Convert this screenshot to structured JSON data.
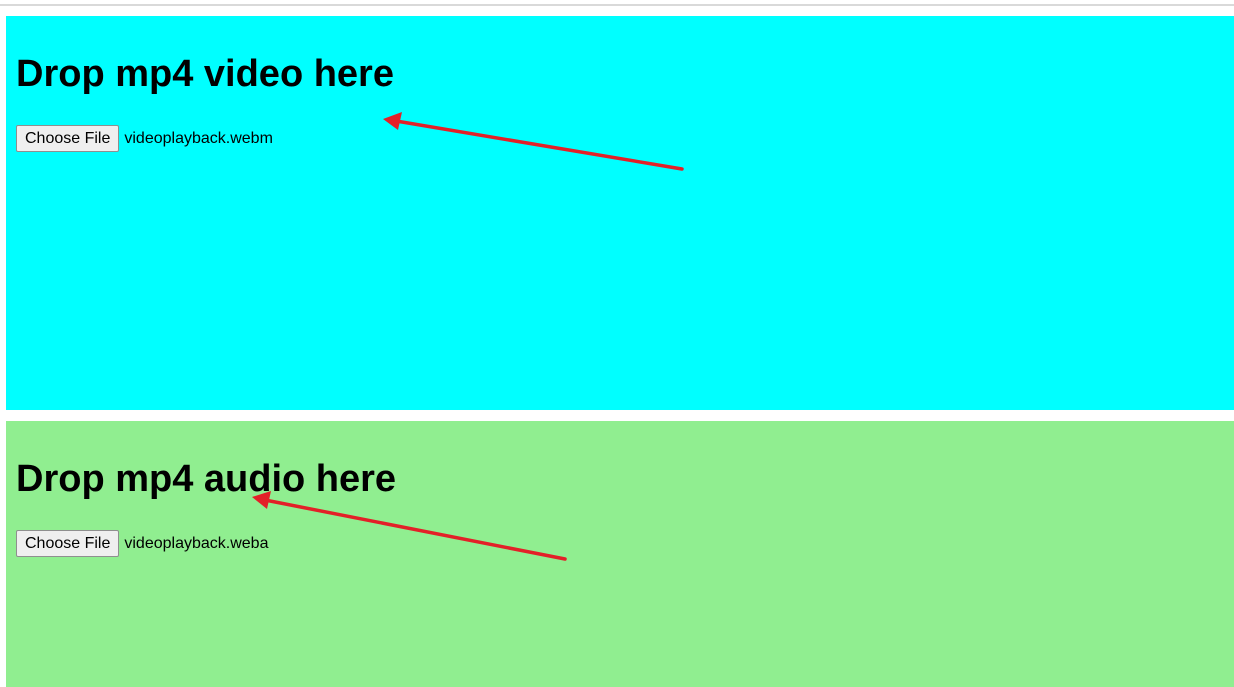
{
  "colors": {
    "video_zone_bg": "#00ffff",
    "audio_zone_bg": "#90ee90",
    "arrow": "#e32028"
  },
  "video_zone": {
    "heading": "Drop mp4 video here",
    "button_label": "Choose File",
    "file_name": "videoplayback.webm"
  },
  "audio_zone": {
    "heading": "Drop mp4 audio here",
    "button_label": "Choose File",
    "file_name": "videoplayback.weba"
  },
  "annotations": [
    {
      "name": "red-arrow-video"
    },
    {
      "name": "red-arrow-audio"
    }
  ]
}
